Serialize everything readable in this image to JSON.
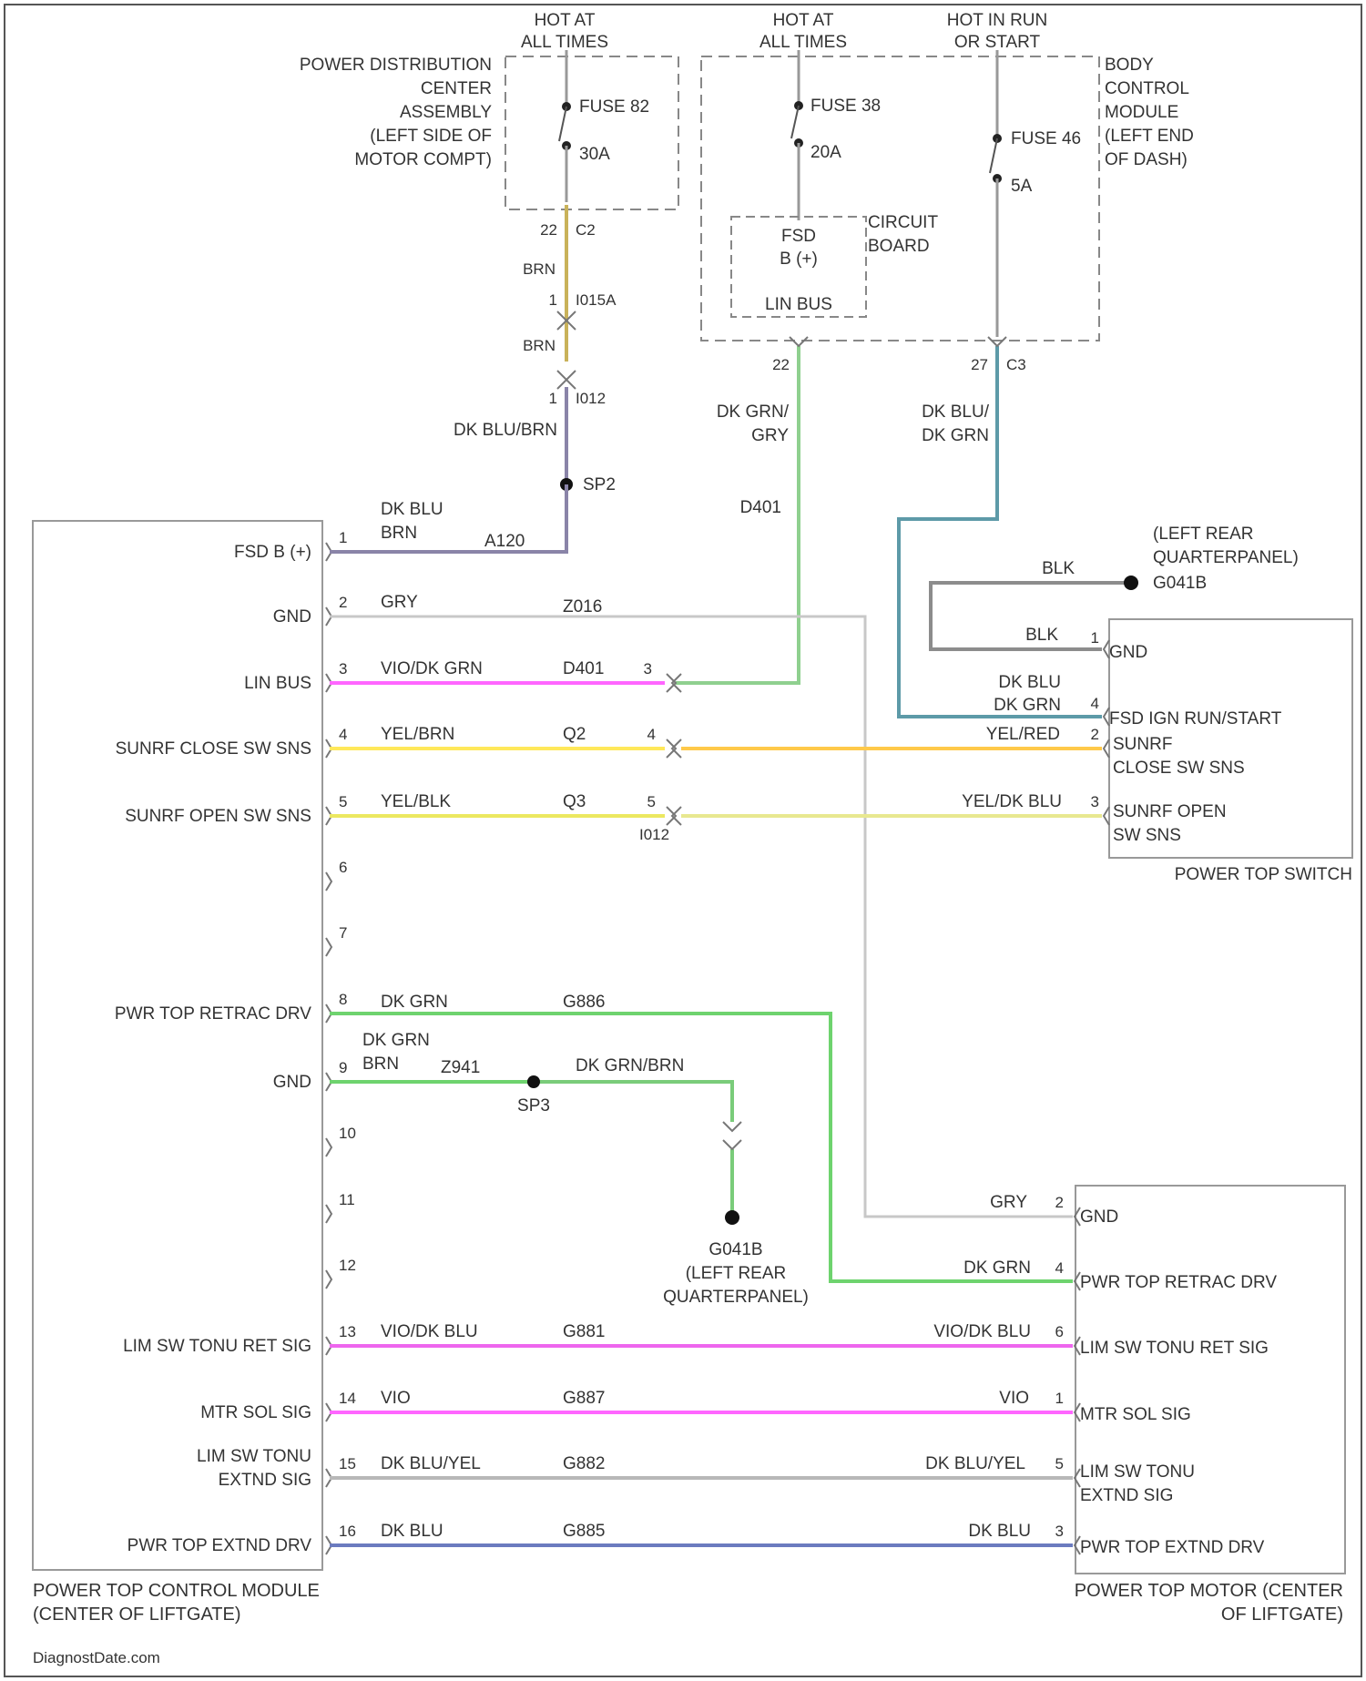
{
  "palette": {
    "yellow_brown": "#c9b25a",
    "purple_gray": "#8a84a8",
    "green": "#8fd08f",
    "green_bright": "#6ed36e",
    "teal": "#5d9aa8",
    "gray": "#b8b8b8",
    "dark_gray": "#8c8c8c",
    "magenta": "#ff66ff",
    "pink": "#ee44ee",
    "yellow": "#ffe85a",
    "orange_yellow": "#ffc94a",
    "pale_yellow": "#e8e890",
    "blue": "#6b7bbf",
    "ground_green": "#7acc7a"
  },
  "power": {
    "hot_always_1": [
      "HOT AT",
      "ALL TIMES"
    ],
    "hot_always_2": [
      "HOT AT",
      "ALL TIMES"
    ],
    "hot_run": [
      "HOT IN RUN",
      "OR START"
    ]
  },
  "pdc": {
    "name": [
      "POWER DISTRIBUTION",
      "CENTER",
      "ASSEMBLY",
      "(LEFT SIDE OF",
      "MOTOR COMPT)"
    ],
    "fuse": "FUSE 82",
    "rating": "30A",
    "pin": "22",
    "conn": "C2"
  },
  "bcm": {
    "name": [
      "BODY",
      "CONTROL",
      "MODULE",
      "(LEFT END",
      "OF DASH)"
    ],
    "fuse1": "FUSE 38",
    "rating1": "20A",
    "fuse2": "FUSE 46",
    "rating2": "5A",
    "circuit_board": [
      "CIRCUIT",
      "BOARD"
    ],
    "fsd_box": [
      "FSD",
      "B (+)",
      "LIN BUS"
    ],
    "pin_lin": "22",
    "pin_ign": "27",
    "conn": "C3"
  },
  "feed": {
    "brn_upper": "BRN",
    "pin1": "1",
    "conn_upper": "I015A",
    "brn_lower": "BRN",
    "pin2": "1",
    "conn_lower": "I012",
    "dkblu_brn": "DK BLU/BRN",
    "splice": "SP2"
  },
  "lin_feed": {
    "color": [
      "DK GRN/",
      "GRY"
    ],
    "circuit": "D401"
  },
  "ign_feed": {
    "color": [
      "DK BLU/",
      "DK GRN"
    ]
  },
  "ground_qp": {
    "wire": "BLK",
    "name": [
      "(LEFT REAR",
      "QUARTERPANEL)"
    ],
    "gnd": "G041B"
  },
  "ptcm": {
    "title": [
      "POWER TOP CONTROL MODULE",
      "(CENTER OF LIFTGATE)"
    ],
    "pins": [
      {
        "n": "1",
        "label": "FSD B (+)"
      },
      {
        "n": "2",
        "label": "GND"
      },
      {
        "n": "3",
        "label": "LIN BUS"
      },
      {
        "n": "4",
        "label": "SUNRF CLOSE SW SNS"
      },
      {
        "n": "5",
        "label": "SUNRF OPEN SW SNS"
      },
      {
        "n": "6",
        "label": ""
      },
      {
        "n": "7",
        "label": ""
      },
      {
        "n": "8",
        "label": "PWR TOP RETRAC DRV"
      },
      {
        "n": "9",
        "label": "GND"
      },
      {
        "n": "10",
        "label": ""
      },
      {
        "n": "11",
        "label": ""
      },
      {
        "n": "12",
        "label": ""
      },
      {
        "n": "13",
        "label": "LIM SW TONU RET SIG"
      },
      {
        "n": "14",
        "label": "MTR SOL SIG"
      },
      {
        "n": "15",
        "label": [
          "LIM SW TONU",
          "EXTND SIG"
        ]
      },
      {
        "n": "16",
        "label": "PWR TOP EXTND DRV"
      }
    ]
  },
  "wires": {
    "w1": {
      "color": [
        "DK BLU",
        "BRN"
      ],
      "circuit": "A120"
    },
    "w2": {
      "color": "GRY",
      "circuit": "Z016"
    },
    "w3": {
      "color": "VIO/DK GRN",
      "circuit": "D401",
      "inline": "3"
    },
    "w4": {
      "color": "YEL/BRN",
      "circuit": "Q2",
      "inline": "4",
      "far_color": "YEL/RED",
      "far_pin": "2"
    },
    "w5": {
      "color": "YEL/BLK",
      "circuit": "Q3",
      "inline": "5",
      "far_color": "YEL/DK BLU",
      "far_pin": "3",
      "conn": "I012"
    },
    "w8": {
      "color": "DK GRN",
      "circuit": "G886"
    },
    "w9": {
      "color": [
        "DK GRN",
        "BRN"
      ],
      "circuit": "Z941",
      "splice": "SP3",
      "after": "DK GRN/BRN"
    },
    "w13": {
      "color": "VIO/DK BLU",
      "circuit": "G881",
      "far_color": "VIO/DK BLU",
      "far_pin": "6"
    },
    "w14": {
      "color": "VIO",
      "circuit": "G887",
      "far_color": "VIO",
      "far_pin": "1"
    },
    "w15": {
      "color": "DK BLU/YEL",
      "circuit": "G882",
      "far_color": "DK BLU/YEL",
      "far_pin": "5"
    },
    "w16": {
      "color": "DK BLU",
      "circuit": "G885",
      "far_color": "DK BLU",
      "far_pin": "3"
    }
  },
  "ground_lift": {
    "gnd": "G041B",
    "name": [
      "(LEFT REAR",
      "QUARTERPANEL)"
    ]
  },
  "switch": {
    "title": "POWER TOP SWITCH",
    "blk_wire": "BLK",
    "pin1": "1",
    "pin1_label": "GND",
    "ign_color": [
      "DK BLU",
      "DK GRN"
    ],
    "pin4": "4",
    "pin4_label": "FSD IGN RUN/START",
    "pin2_label": [
      "SUNRF",
      "CLOSE SW SNS"
    ],
    "pin3_label": [
      "SUNRF OPEN",
      "SW SNS"
    ]
  },
  "motor": {
    "title": [
      "POWER TOP MOTOR (CENTER",
      "OF LIFTGATE)"
    ],
    "gry_wire": "GRY",
    "pin2": "2",
    "pin2_label": "GND",
    "retrac_color": "DK GRN",
    "pin4": "4",
    "pin4_label": "PWR TOP RETRAC DRV",
    "pin6_label": "LIM SW TONU RET SIG",
    "pin1_label": "MTR SOL SIG",
    "pin5_label": [
      "LIM SW TONU",
      "EXTND SIG"
    ],
    "pin3_label": "PWR TOP EXTND DRV"
  },
  "footer": "DiagnostDate.com"
}
